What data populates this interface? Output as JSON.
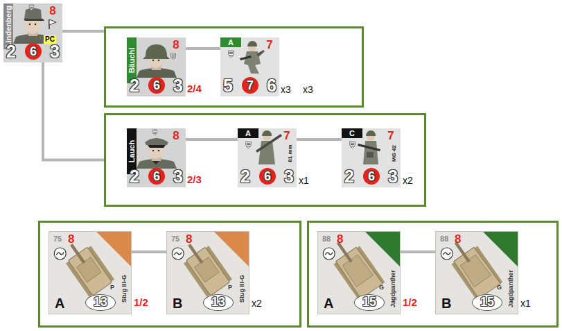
{
  "diagram": {
    "nodes": [
      {
        "text": [
          "Lindenberg",
          "8",
          "PC",
          "2",
          "6",
          "3"
        ]
      },
      {
        "text": [
          "2/4",
          "x3",
          "x3"
        ]
      },
      {
        "text": [
          "Bäuchl",
          "8",
          "2",
          "6",
          "3"
        ],
        "in": 1
      },
      {
        "text": [
          "A",
          "7",
          "5",
          "7",
          "6"
        ],
        "in": 1
      },
      {
        "text": [
          "2/3",
          "x1",
          "x2"
        ]
      },
      {
        "text": [
          "Lauch",
          "8",
          "2",
          "6",
          "3"
        ],
        "in": 4
      },
      {
        "text": [
          "A",
          "7",
          "81 mm",
          "2",
          "6",
          "3"
        ],
        "in": 4
      },
      {
        "text": [
          "C",
          "7",
          "MG 42",
          "2",
          "6",
          "3"
        ],
        "in": 4
      },
      {
        "text": [
          "1/2",
          "x2"
        ]
      },
      {
        "text": [
          "75",
          "8",
          "Stug III-G",
          "P",
          "13",
          "A"
        ],
        "in": 8
      },
      {
        "text": [
          "75",
          "8",
          "Stug III-G",
          "P",
          "13",
          "B"
        ],
        "in": 8
      },
      {
        "text": [
          "1/2",
          "x1"
        ]
      },
      {
        "text": [
          "88",
          "8",
          "Jagdpanther",
          "G",
          "15",
          "A"
        ],
        "in": 11
      },
      {
        "text": [
          "88",
          "8",
          "Jagdpanther",
          "G",
          "15",
          "B"
        ],
        "in": 11
      }
    ],
    "edges": [
      {
        "from": 0,
        "to": 1,
        "arrow": "none"
      },
      {
        "from": 0,
        "to": 4,
        "arrow": "none"
      },
      {
        "from": 2,
        "to": 3,
        "arrow": "none"
      },
      {
        "from": 5,
        "to": 6,
        "arrow": "none"
      },
      {
        "from": 6,
        "to": 7,
        "arrow": "none"
      },
      {
        "from": 9,
        "to": 10,
        "arrow": "none"
      },
      {
        "from": 12,
        "to": 13,
        "arrow": "none"
      }
    ]
  }
}
